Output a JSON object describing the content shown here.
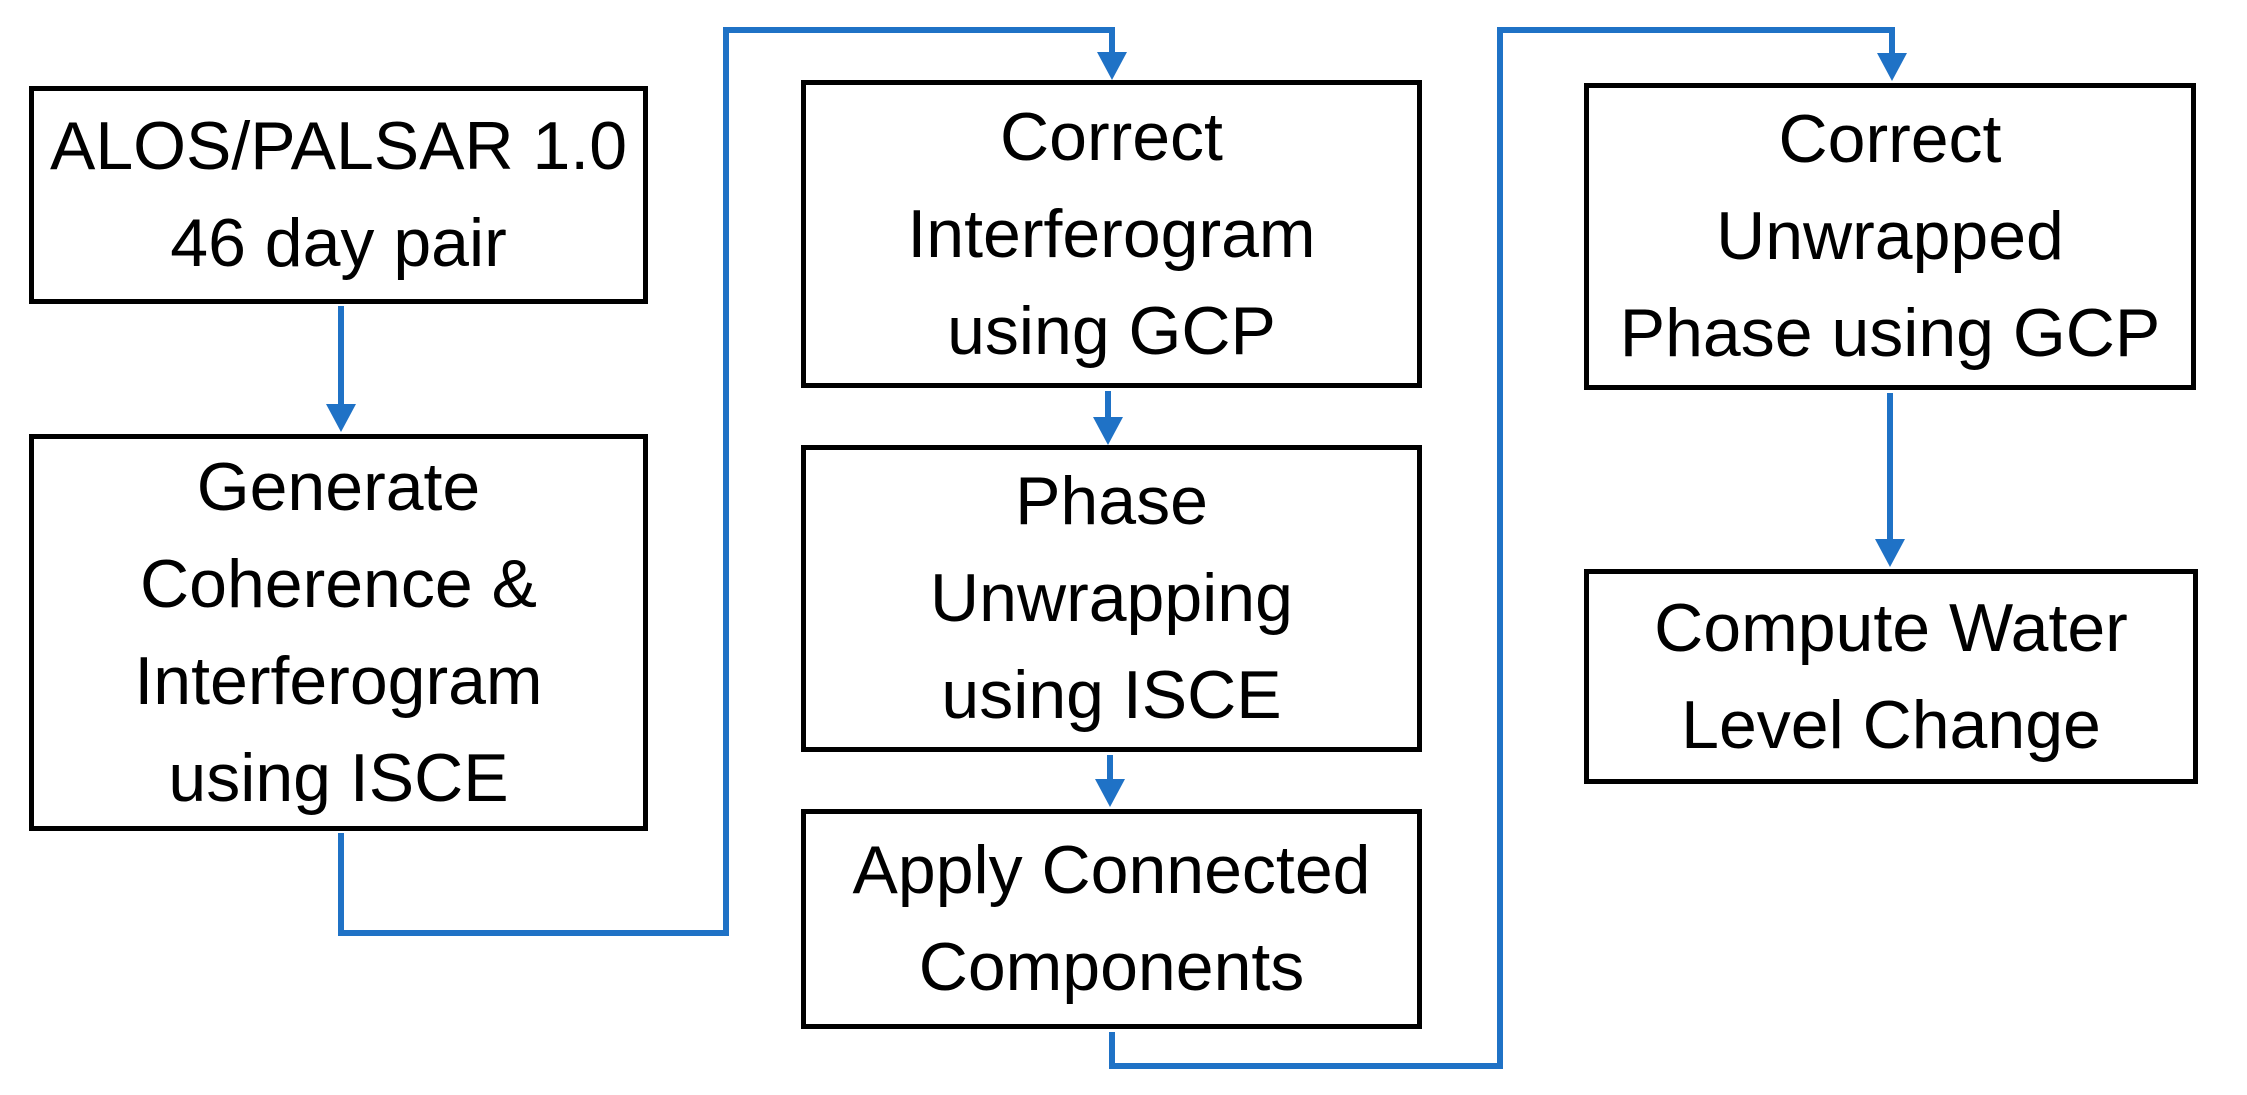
{
  "colors": {
    "connector_blue": "#1F72C6",
    "box_border": "#000000",
    "text": "#000000",
    "background": "#FFFFFF"
  },
  "nodes": [
    {
      "id": "alos-palsar-pair",
      "label": "ALOS/PALSAR 1.0\n46 day pair"
    },
    {
      "id": "generate-coherence-interferogram",
      "label": "Generate\nCoherence &\nInterferogram\nusing ISCE"
    },
    {
      "id": "correct-interferogram",
      "label": "Correct\nInterferogram\nusing GCP"
    },
    {
      "id": "phase-unwrapping",
      "label": "Phase\nUnwrapping\nusing ISCE"
    },
    {
      "id": "apply-connected-components",
      "label": "Apply Connected\nComponents"
    },
    {
      "id": "correct-unwrapped-phase",
      "label": "Correct\nUnwrapped\nPhase using GCP"
    },
    {
      "id": "compute-water-level",
      "label": "Compute Water\nLevel Change"
    }
  ],
  "edges": [
    {
      "from": "alos-palsar-pair",
      "to": "generate-coherence-interferogram"
    },
    {
      "from": "generate-coherence-interferogram",
      "to": "correct-interferogram"
    },
    {
      "from": "correct-interferogram",
      "to": "phase-unwrapping"
    },
    {
      "from": "phase-unwrapping",
      "to": "apply-connected-components"
    },
    {
      "from": "apply-connected-components",
      "to": "correct-unwrapped-phase"
    },
    {
      "from": "correct-unwrapped-phase",
      "to": "compute-water-level"
    }
  ]
}
